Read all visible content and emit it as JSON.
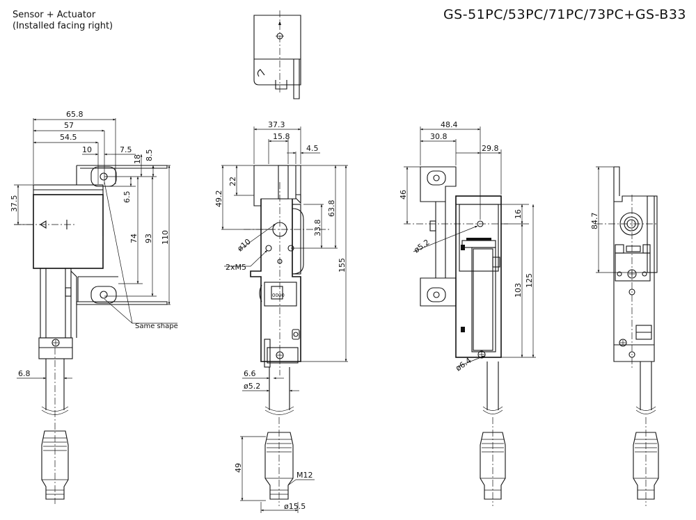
{
  "header": {
    "title_line1": "Sensor + Actuator",
    "title_line2": "(Installed facing right)",
    "model": "GS-51PC/53PC/71PC/73PC+GS-B33"
  },
  "dimensions": {
    "d65_8": "65.8",
    "d57": "57",
    "d54_5": "54.5",
    "d10": "10",
    "d7_5": "7.5",
    "d18": "18",
    "d8_5": "8.5",
    "d37_5": "37.5",
    "d6_5": "6.5",
    "d74": "74",
    "d93": "93",
    "d110": "110",
    "d6_8": "6.8",
    "same_shape": "Same shape",
    "d37_3": "37.3",
    "d15_8": "15.8",
    "d4_5": "4.5",
    "d22": "22",
    "d49_2": "49.2",
    "d63_8": "63.8",
    "d33_8": "33.8",
    "phi10": "ø10",
    "m5": "2xM5",
    "d155": "155",
    "d6_6": "6.6",
    "phi5_2a": "ø5.2",
    "d49": "49",
    "m12": "M12",
    "phi15_5": "ø15.5",
    "d48_4": "48.4",
    "d30_8": "30.8",
    "d29_8": "29.8",
    "d46": "46",
    "d16": "16",
    "phi5_2b": "ø5.2",
    "d103": "103",
    "d125": "125",
    "phi6_4": "ø6.4",
    "d84_7": "84.7"
  }
}
